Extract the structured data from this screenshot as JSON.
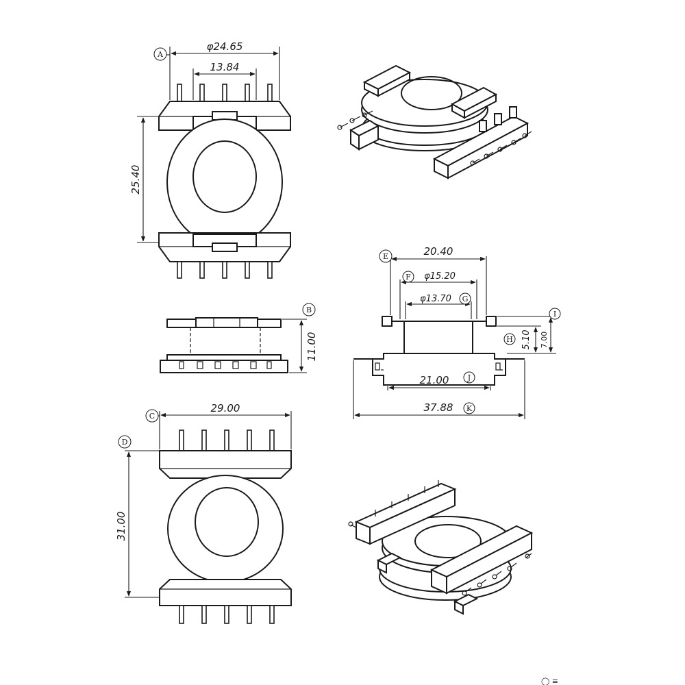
{
  "dimensions": {
    "top_view_outer_diameter": "φ24.65",
    "top_view_inner": "13.84",
    "top_view_height": "25.40",
    "side_view_height": "11.00",
    "bottom_view_width": "29.00",
    "bottom_view_height": "31.00",
    "section_width": "20.40",
    "section_outer_bore": "φ15.20",
    "section_inner_bore": "φ13.70",
    "section_flange_height": "5.10",
    "section_total_height": "7.00",
    "section_base_width": "21.00",
    "section_pin_span": "37.88"
  },
  "callouts": {
    "a": "A",
    "b": "B",
    "c": "C",
    "d": "D",
    "e": "E",
    "f": "F",
    "g": "G",
    "h": "H",
    "i": "I",
    "j": "J",
    "k": "K"
  },
  "footer": {
    "marks": "◯    ≡"
  }
}
